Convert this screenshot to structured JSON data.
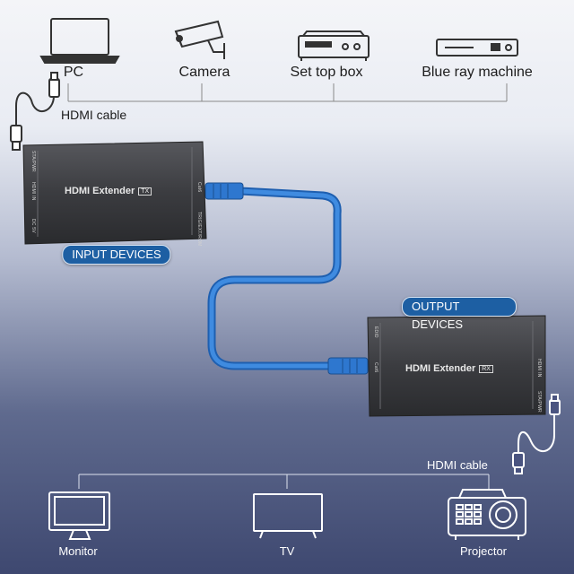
{
  "sources": [
    {
      "label": "PC",
      "icon": "laptop-icon"
    },
    {
      "label": "Camera",
      "icon": "camera-icon"
    },
    {
      "label": "Set top box",
      "icon": "set-top-box-icon"
    },
    {
      "label": "Blue ray machine",
      "icon": "blu-ray-player-icon"
    }
  ],
  "displays": [
    {
      "label": "Monitor",
      "icon": "monitor-icon"
    },
    {
      "label": "TV",
      "icon": "tv-icon"
    },
    {
      "label": "Projector",
      "icon": "projector-icon"
    }
  ],
  "hdmi_cable_top": "HDMI cable",
  "hdmi_cable_bottom": "HDMI cable",
  "transmitter": {
    "title": "HDMI Extender",
    "badge": "TX",
    "ports_left": [
      "STA/PWR",
      "HDMI IN",
      "DC 5V"
    ],
    "ports_right": [
      "Cat6",
      "TRIG/EXT/ROM"
    ]
  },
  "receiver": {
    "title": "HDMI Extender",
    "badge": "RX",
    "ports_left": [
      "EDID",
      "Cat6"
    ],
    "ports_right": [
      "HDMI IN",
      "STA/PWR"
    ]
  },
  "input_label": "INPUT DEVICES",
  "output_label": "OUTPUT DEVICES",
  "colors": {
    "cable": "#2f74c8",
    "pill": "#1d5fa3",
    "device": "#3a3b3f"
  }
}
